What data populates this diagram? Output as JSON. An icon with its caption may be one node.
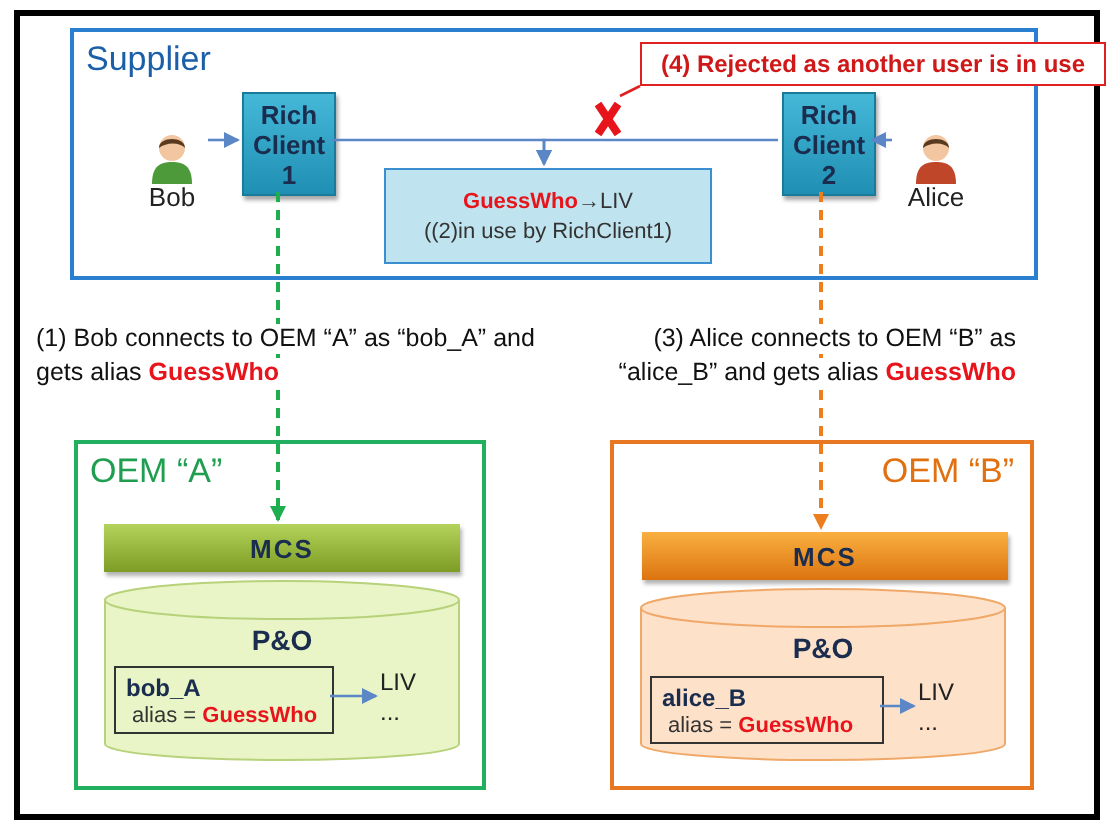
{
  "diagram": {
    "nodes": [
      {
        "text": [
          "Supplier"
        ]
      },
      {
        "text": [
          "Bob"
        ],
        "in": 0
      },
      {
        "text": [
          "Rich Client 1"
        ],
        "in": 0
      },
      {
        "text": [
          "**GuessWho**→LIV",
          "((2)in use by RichClient1)"
        ],
        "in": 0
      },
      {
        "text": [
          "Rich Client 2"
        ],
        "in": 0
      },
      {
        "text": [
          "Alice"
        ],
        "in": 0
      },
      {
        "text": [
          "(4) Rejected as another user is in use"
        ]
      },
      {
        "text": [],
        "shape": "cross",
        "in": 0
      },
      {
        "text": [
          "OEM “A”"
        ]
      },
      {
        "text": [
          "MCS"
        ],
        "in": 8
      },
      {
        "text": [
          "P&O"
        ],
        "in": 8
      },
      {
        "text": [
          "bob_A",
          "alias = **GuessWho**"
        ],
        "in": 10
      },
      {
        "text": [
          "LIV",
          "..."
        ],
        "in": 10
      },
      {
        "text": [
          "OEM “B”"
        ]
      },
      {
        "text": [
          "MCS"
        ],
        "in": 13
      },
      {
        "text": [
          "P&O"
        ],
        "in": 13
      },
      {
        "text": [
          "alice_B",
          "alias = **GuessWho**"
        ],
        "in": 15
      },
      {
        "text": [
          "LIV",
          "..."
        ],
        "in": 15
      }
    ],
    "edges": [
      {
        "from": 1,
        "to": 2,
        "arrow": "to"
      },
      {
        "from": 5,
        "to": 4,
        "arrow": "to"
      },
      {
        "from": 2,
        "to": 3,
        "arrow": "to"
      },
      {
        "from": 4,
        "to": 3,
        "arrow": "to"
      },
      {
        "from": 6,
        "to": 7,
        "arrow": "none",
        "color": "#e02020"
      },
      {
        "from": 2,
        "to": 9,
        "arrow": "to",
        "style": "dashed",
        "color": "#1fae4f",
        "label": "(1) Bob connects to OEM “A” as “bob_A” and gets alias **GuessWho**"
      },
      {
        "from": 4,
        "to": 14,
        "arrow": "to",
        "style": "dashed",
        "color": "#ee7d1e",
        "label": "(3) Alice connects to OEM “B” as “alice_B” and gets alias **GuessWho**"
      },
      {
        "from": 11,
        "to": 12,
        "arrow": "to"
      },
      {
        "from": 16,
        "to": 17,
        "arrow": "to"
      }
    ]
  }
}
